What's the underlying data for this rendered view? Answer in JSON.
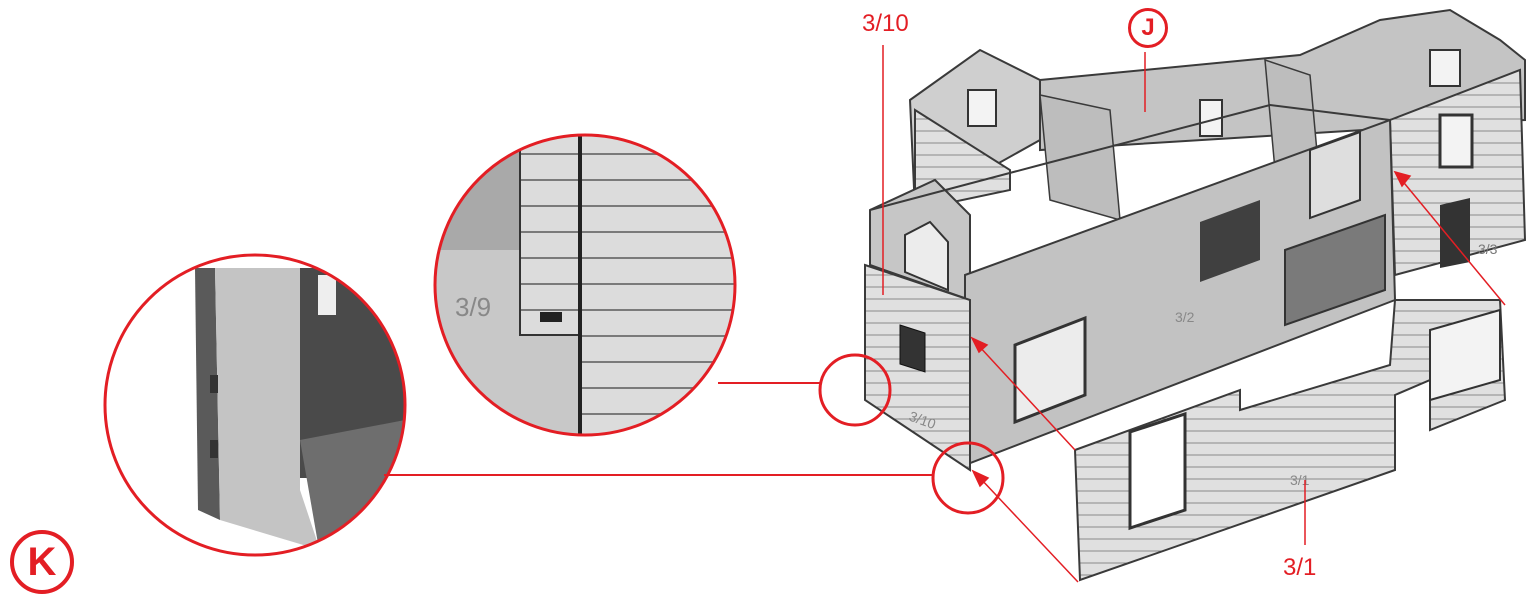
{
  "step": {
    "label": "K"
  },
  "callouts": {
    "j_circle": "J",
    "part_3_10_label": "3/10",
    "part_3_1_label": "3/1"
  },
  "part_markings": {
    "zoom_marking": "3/9",
    "marking_3_10": "3/10",
    "marking_3_2": "3/2",
    "marking_3_3": "3/3",
    "marking_3_1": "3/1"
  },
  "colors": {
    "accent": "#e31e24",
    "panel": "#c9c9c9",
    "panel_dark": "#8e8e8e",
    "panel_light": "#e1e1e1",
    "outline": "#3a3a3a"
  }
}
